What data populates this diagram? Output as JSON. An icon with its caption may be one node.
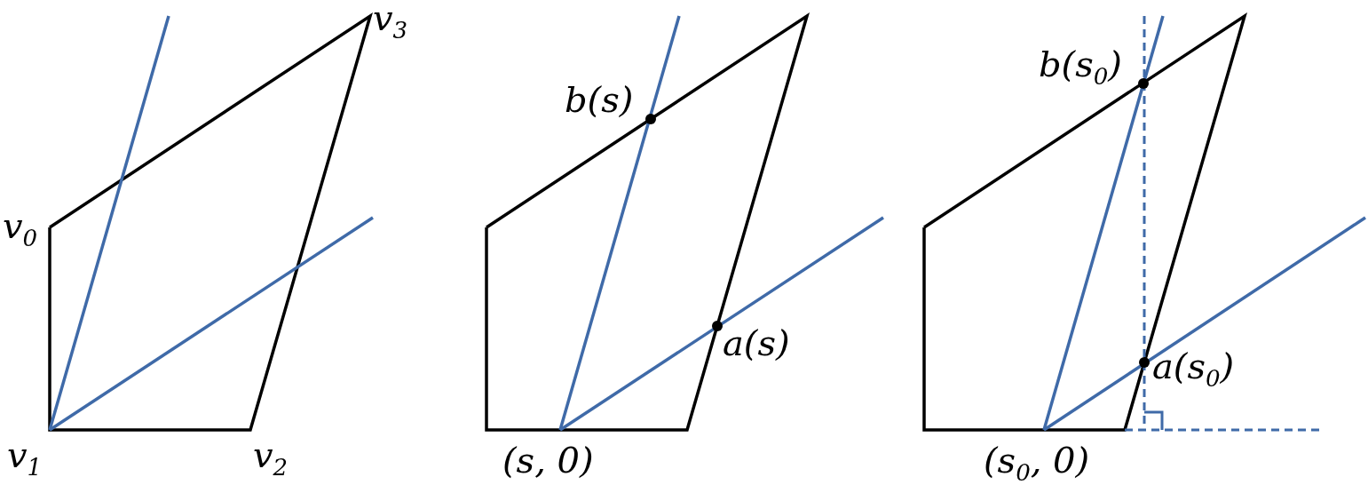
{
  "diagram": {
    "labels": [
      "v$_{3}$",
      "v$_{0}$",
      "v$_{1}$",
      "v$_{2}$",
      "b(s)",
      "a(s)",
      "(s, 0)",
      "b(s$_{0}$)",
      "a(s$_{0}$)",
      "(s$_{0}$, 0)"
    ]
  }
}
